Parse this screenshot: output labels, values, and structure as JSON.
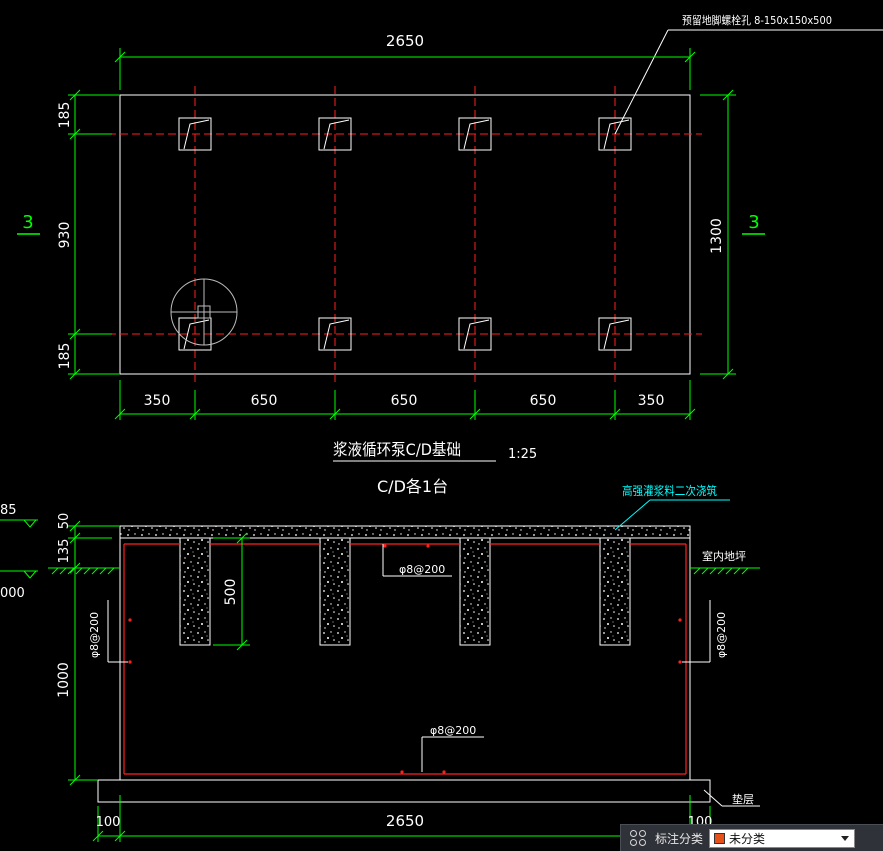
{
  "plan": {
    "callout": "预留地脚螺栓孔 8-150x150x500",
    "dim_top_total": "2650",
    "dim_left_top": "185",
    "dim_left_mid": "930",
    "dim_left_bot": "185",
    "dim_right_total": "1300",
    "section_mark_left": "3",
    "section_mark_right": "3",
    "dim_bottom": [
      "350",
      "650",
      "650",
      "650",
      "350"
    ]
  },
  "title": {
    "name": "浆液循环泵C/D基础",
    "scale": "1:25",
    "subtitle": "C/D各1台"
  },
  "section": {
    "grout_label": "高强灌浆料二次浇筑",
    "floor_label": "室内地坪",
    "rebar_top": "φ8@200",
    "rebar_left": "φ8@200",
    "rebar_right": "φ8@200",
    "rebar_bottom": "φ8@200",
    "dim_hole_depth": "500",
    "dim_height": "1000",
    "dim_left_50": "50",
    "dim_left_135": "135",
    "elev_top_partial": "85",
    "elev_bot_partial": "000",
    "cushion_label": "垫层",
    "dim_bottom_total": "2650",
    "dim_bottom_left": "100",
    "dim_bottom_right": "100"
  },
  "statusbar": {
    "label": "标注分类",
    "value": "未分类",
    "swatch_color": "#e8501a"
  },
  "colors": {
    "dim": "#00ff00",
    "outline": "#ffffff",
    "centerline": "#ff2020",
    "rebar": "#ff2020",
    "leader_cyan": "#00ffff"
  }
}
